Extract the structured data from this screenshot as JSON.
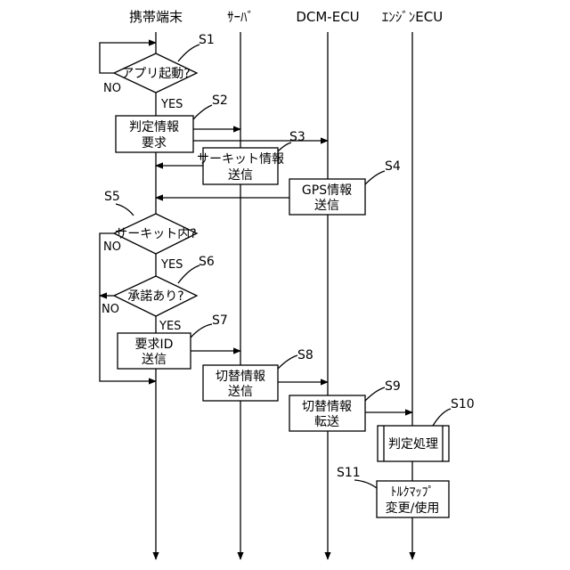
{
  "lifelines": {
    "mobile": "携帯端末",
    "server": "ｻｰﾊﾞ",
    "dcm": "DCM-ECU",
    "engine": "ｴﾝｼﾞﾝECU"
  },
  "steps": {
    "s1": {
      "label": "S1",
      "text": "アプリ起動?",
      "no": "NO",
      "yes": "YES"
    },
    "s2": {
      "label": "S2",
      "line1": "判定情報",
      "line2": "要求"
    },
    "s3": {
      "label": "S3",
      "line1": "サーキット情報",
      "line2": "送信"
    },
    "s4": {
      "label": "S4",
      "line1": "GPS情報",
      "line2": "送信"
    },
    "s5": {
      "label": "S5",
      "text": "サーキット内?",
      "no": "NO",
      "yes": "YES"
    },
    "s6": {
      "label": "S6",
      "text": "承諾あり?",
      "no": "NO",
      "yes": "YES"
    },
    "s7": {
      "label": "S7",
      "line1": "要求ID",
      "line2": "送信"
    },
    "s8": {
      "label": "S8",
      "line1": "切替情報",
      "line2": "送信"
    },
    "s9": {
      "label": "S9",
      "line1": "切替情報",
      "line2": "転送"
    },
    "s10": {
      "label": "S10",
      "text": "判定処理"
    },
    "s11": {
      "label": "S11",
      "line1": "ﾄﾙｸﾏｯﾌﾟ",
      "line2": "変更/使用"
    }
  }
}
